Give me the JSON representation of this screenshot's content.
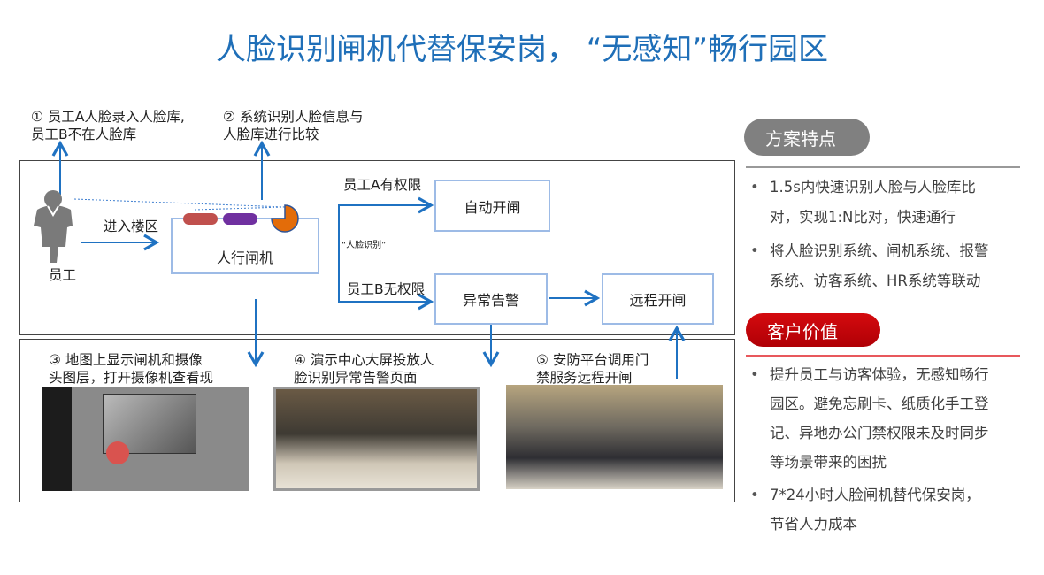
{
  "title": "人脸识别闸机代替保安岗， “无感知”畅行园区",
  "diagram": {
    "step1": [
      "① 员工A人脸录入人脸库,",
      "员工B不在人脸库"
    ],
    "step2": [
      "② 系统识别人脸信息与",
      "人脸库进行比较"
    ],
    "employee": "员工",
    "enter": "进入楼区",
    "gate": "人行闸机",
    "branch_a": "员工A有权限",
    "branch_b": "员工B无权限",
    "face_rec": "“人脸识别”",
    "auto_open": "自动开闸",
    "alarm": "异常告警",
    "remote_open": "远程开闸",
    "step3": [
      "③ 地图上显示闸机和摄像",
      "头图层，打开摄像机查看现"
    ],
    "step4": [
      "④ 演示中心大屏投放人",
      "脸识别异常告警页面"
    ],
    "step5": [
      "⑤ 安防平台调用门",
      "禁服务远程开闸"
    ]
  },
  "features": {
    "heading": "方案特点",
    "items": [
      [
        "1.5s内快速识别人脸与人脸库比",
        "对，实现1:N比对，快速通行"
      ],
      [
        "将人脸识别系统、闸机系统、报警",
        "系统、访客系统、HR系统等联动"
      ]
    ]
  },
  "value": {
    "heading": "客户价值",
    "items": [
      [
        "提升员工与访客体验，无感知畅行",
        "园区。避免忘刷卡、纸质化手工登",
        "记、异地办公门禁权限未及时同步",
        "等场景带来的困扰"
      ],
      [
        "7*24小时人脸闸机替代保安岗，",
        "节省人力成本"
      ]
    ]
  },
  "colors": {
    "title": "#1f6fb8",
    "arrow": "#1f72c2",
    "gray_pill": "#808080",
    "red_pill": "#c8080c"
  }
}
